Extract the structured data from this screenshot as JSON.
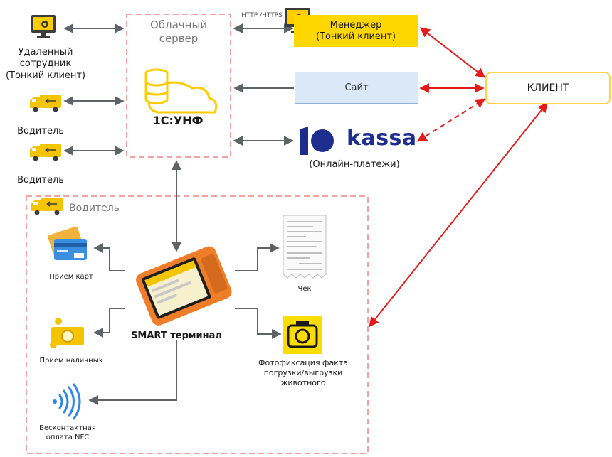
{
  "cloud": {
    "title": "Облачный сервер",
    "app": "1С:УНФ"
  },
  "protocol_label": "HTTP /HTTPS",
  "manager": {
    "line1": "Менеджер",
    "line2": "(Тонкий клиент)"
  },
  "site": {
    "label": "Сайт"
  },
  "client": {
    "label": "КЛИЕНТ"
  },
  "kassa": {
    "logo": "kassa",
    "caption": "(Онлайн-платежи)"
  },
  "remote_worker": {
    "line1": "Удаленный",
    "line2": "сотрудник",
    "line3": "(Тонкий клиент)"
  },
  "drivers": [
    "Водитель",
    "Водитель",
    "Водитель"
  ],
  "terminal": {
    "label": "SMART терминал",
    "cards": "Прием карт",
    "cash": "Прием наличных",
    "nfc_line1": "Бесконтактная",
    "nfc_line2": "оплата NFC",
    "receipt": "Чек",
    "photo_line1": "Фотофиксация факта",
    "photo_line2": "погрузки/выгрузки",
    "photo_line3": "животного"
  },
  "colors": {
    "dashed_border": "#f4a3a3",
    "arrow_gray": "#5f6368",
    "arrow_red": "#e31b1b",
    "manager_fill": "#ffd700",
    "site_fill": "#dbe8f7",
    "site_border": "#8eb4de",
    "client_border": "#ffd54a",
    "kassa_blue": "#1d2e8f",
    "truck_yellow": "#f5c400",
    "terminal_orange": "#f07d28"
  }
}
